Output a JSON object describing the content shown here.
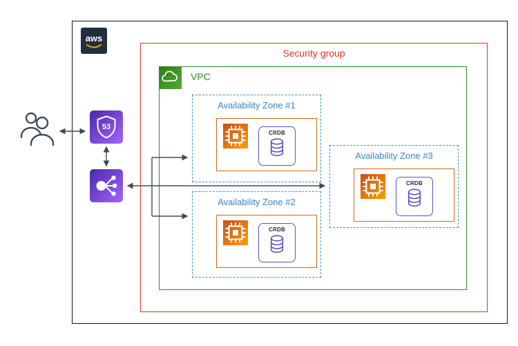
{
  "aws_cloud": {
    "logo_text": "aws"
  },
  "security_group": {
    "label": "Security group",
    "color": "#DD3522"
  },
  "vpc": {
    "label": "VPC",
    "color": "#2E8B22"
  },
  "availability_zones": [
    {
      "label": "Availability Zone #1",
      "instance_icon": "ec2-instance-icon",
      "node_label": "CRDB"
    },
    {
      "label": "Availability Zone #2",
      "instance_icon": "ec2-instance-icon",
      "node_label": "CRDB"
    },
    {
      "label": "Availability Zone #3",
      "instance_icon": "ec2-instance-icon",
      "node_label": "CRDB"
    }
  ],
  "external": {
    "users_icon": "users-icon",
    "route53": {
      "icon": "route-53-icon",
      "badge_text": "53"
    },
    "load_balancer": {
      "icon": "elastic-load-balancer-icon"
    }
  },
  "connections": [
    "users <-> route53",
    "route53 <-> load-balancer",
    "load-balancer <-> availability-zone-3",
    "load-balancer -> availability-zone-1",
    "load-balancer -> availability-zone-2"
  ],
  "colors": {
    "security_group_red": "#DD3522",
    "vpc_green": "#2E8B22",
    "availability_zone_blue": "#3C8DD1",
    "compute_orange_start": "#C8511B",
    "compute_orange_end": "#FF9900",
    "networking_purple_start": "#4D27A8",
    "networking_purple_end": "#A166FF",
    "crdb_purple": "#5A4FCF",
    "arrow_gray": "#3F4B55"
  }
}
